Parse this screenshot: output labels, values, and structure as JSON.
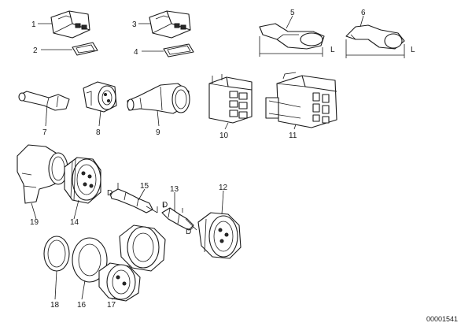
{
  "callouts": [
    {
      "id": "c1",
      "text": "1"
    },
    {
      "id": "c2",
      "text": "2"
    },
    {
      "id": "c3",
      "text": "3"
    },
    {
      "id": "c4",
      "text": "4"
    },
    {
      "id": "c5",
      "text": "5"
    },
    {
      "id": "c6",
      "text": "6"
    },
    {
      "id": "c7",
      "text": "7"
    },
    {
      "id": "c8",
      "text": "8"
    },
    {
      "id": "c9",
      "text": "9"
    },
    {
      "id": "c10",
      "text": "10"
    },
    {
      "id": "c11",
      "text": "11"
    },
    {
      "id": "c12",
      "text": "12"
    },
    {
      "id": "c13",
      "text": "13"
    },
    {
      "id": "c14",
      "text": "14"
    },
    {
      "id": "c15",
      "text": "15"
    },
    {
      "id": "c16",
      "text": "16"
    },
    {
      "id": "c17",
      "text": "17"
    },
    {
      "id": "c18",
      "text": "18"
    },
    {
      "id": "c19",
      "text": "19"
    }
  ],
  "dimension_letters": {
    "l5": "L",
    "l6": "L",
    "d15": "D",
    "d13": "D",
    "d12": "D"
  },
  "diagram_ref": "00001541"
}
